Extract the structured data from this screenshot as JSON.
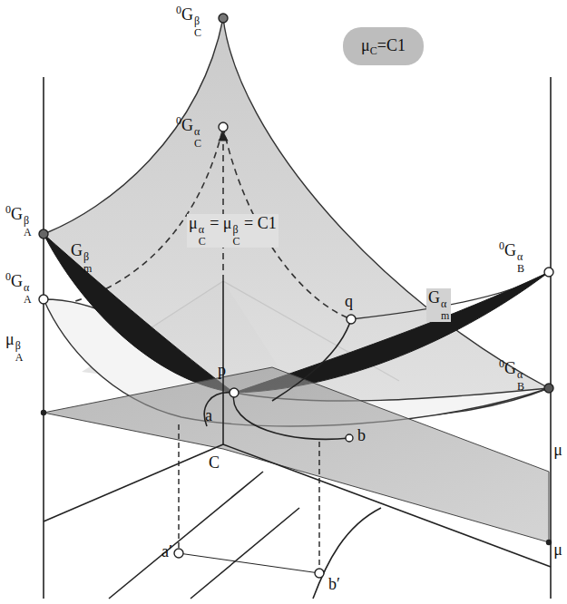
{
  "diagram": {
    "nodes": [
      {
        "text": [
          "μC=C1"
        ]
      }
    ],
    "labels": [
      "0GCβ",
      "0GCα",
      "μCα = μCβ = C1",
      "0GAβ",
      "Gmβ",
      "0GBα",
      "q",
      "0GAα",
      "Gmα",
      "0GBα",
      "p",
      "a",
      "b",
      "μAβ",
      "C",
      "μ",
      "a′",
      "b′",
      "μ"
    ]
  }
}
